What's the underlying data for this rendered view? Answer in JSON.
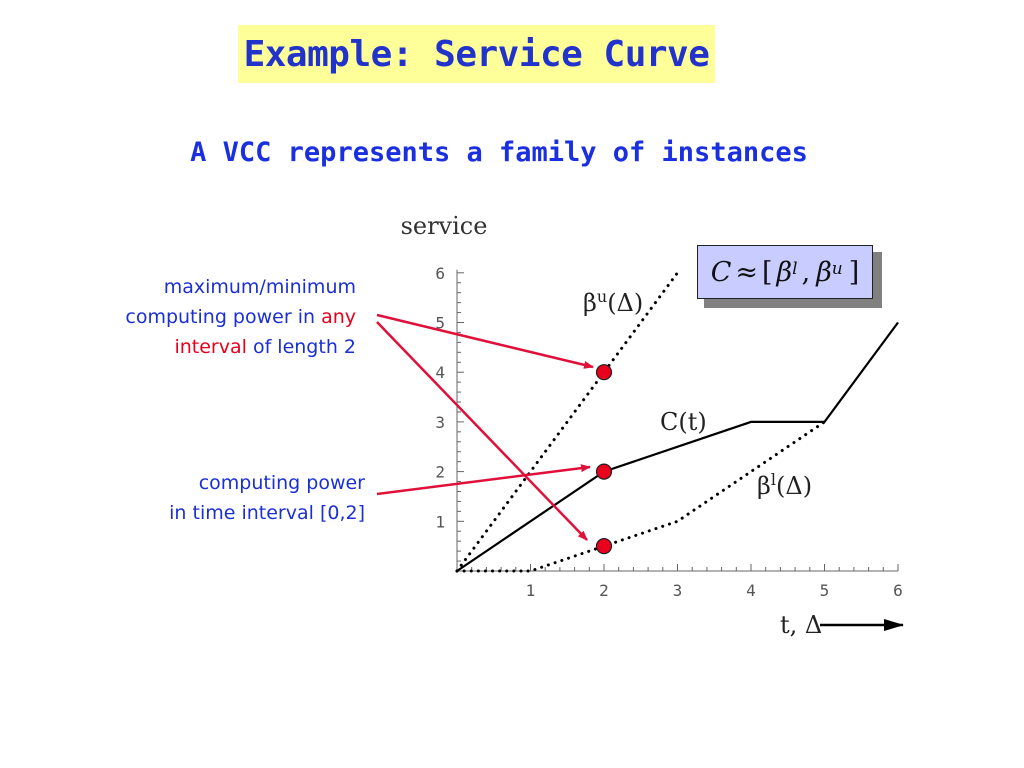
{
  "title": "Example: Service Curve",
  "subtitle": "A VCC represents a family of instances",
  "annotations": {
    "top": {
      "line1": "maximum/minimum",
      "line2_a": "computing power in ",
      "line2_b": "any",
      "line3_a": "interval",
      "line3_b": " of length 2"
    },
    "bottom": {
      "line1": "computing power",
      "line2": "in time interval [0,2]"
    }
  },
  "formula": {
    "C": "C",
    "approx": "≈",
    "open": "[",
    "beta1": "β",
    "sup_l": "l",
    "comma": ",",
    "beta2": "β",
    "sup_u": "u",
    "close": "]"
  },
  "colors": {
    "title_bg": "#ffff99",
    "text_blue": "#1b2fd6",
    "highlight_red": "#e8001c",
    "arrow_red": "#e0103a",
    "formula_bg": "#c8ccff"
  },
  "chart_data": {
    "type": "line",
    "ylabel": "service",
    "xlabel": "t, Δ",
    "xlim": [
      0,
      6
    ],
    "ylim": [
      0,
      6
    ],
    "xticks": [
      1,
      2,
      3,
      4,
      5,
      6
    ],
    "yticks": [
      1,
      2,
      3,
      4,
      5,
      6
    ],
    "series": [
      {
        "name": "β^u(Δ)",
        "label_main": "β",
        "label_sup": "u",
        "label_arg": "(Δ)",
        "style": "dotted",
        "x": [
          0,
          3
        ],
        "y": [
          0,
          6
        ]
      },
      {
        "name": "C(t)",
        "label_main": "C(t)",
        "style": "solid",
        "x": [
          0,
          2,
          4,
          5,
          6
        ],
        "y": [
          0,
          2,
          3,
          3,
          5
        ]
      },
      {
        "name": "β^l(Δ)",
        "label_main": "β",
        "label_sup": "l",
        "label_arg": "(Δ)",
        "style": "dotted",
        "x": [
          0,
          1,
          3,
          5
        ],
        "y": [
          0,
          0,
          1,
          3
        ]
      }
    ],
    "markers": [
      {
        "x": 2,
        "y": 4
      },
      {
        "x": 2,
        "y": 2
      },
      {
        "x": 2,
        "y": 0.5
      }
    ]
  }
}
